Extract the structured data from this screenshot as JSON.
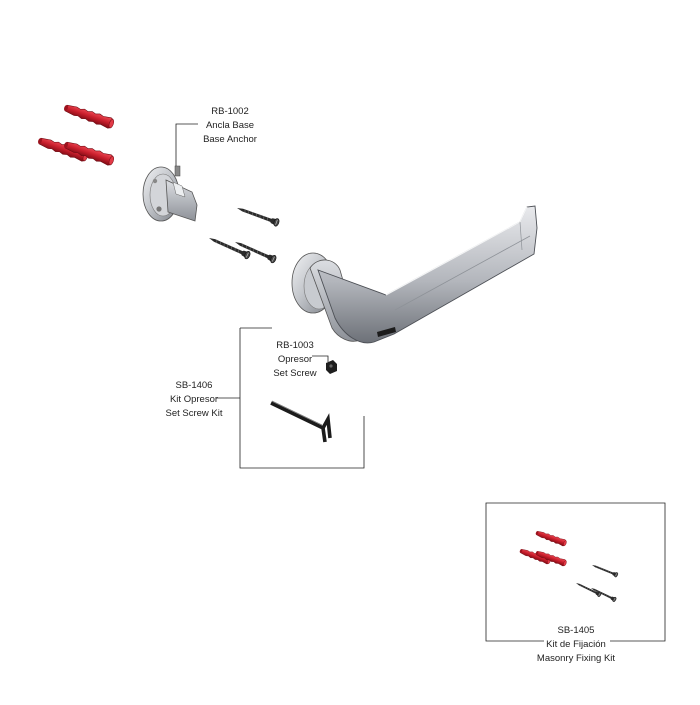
{
  "callouts": {
    "base_anchor": {
      "code": "RB-1002",
      "es": "Ancla Base",
      "en": "Base Anchor"
    },
    "set_screw": {
      "code": "RB-1003",
      "es": "Opresor",
      "en": "Set Screw"
    },
    "set_screw_kit": {
      "code": "SB-1406",
      "es": "Kit Opresor",
      "en": "Set Screw Kit"
    },
    "masonry_kit": {
      "code": "SB-1405",
      "es": "Kit de Fijación",
      "en": "Masonry Fixing Kit"
    }
  },
  "colors": {
    "plug_red": "#c81e2c",
    "plug_dark": "#8a0f18",
    "metal_light": "#e6e7ea",
    "metal_mid": "#b9bcc2",
    "metal_dark": "#6f737a",
    "screw": "#2a2a2a",
    "line": "#222222"
  },
  "icons": {
    "wall_plug": "wall-plug-icon",
    "base_anchor": "base-anchor-icon",
    "screw": "screw-icon",
    "lever_handle": "lever-handle-icon",
    "set_screw": "set-screw-icon",
    "allen_key": "allen-key-icon"
  }
}
